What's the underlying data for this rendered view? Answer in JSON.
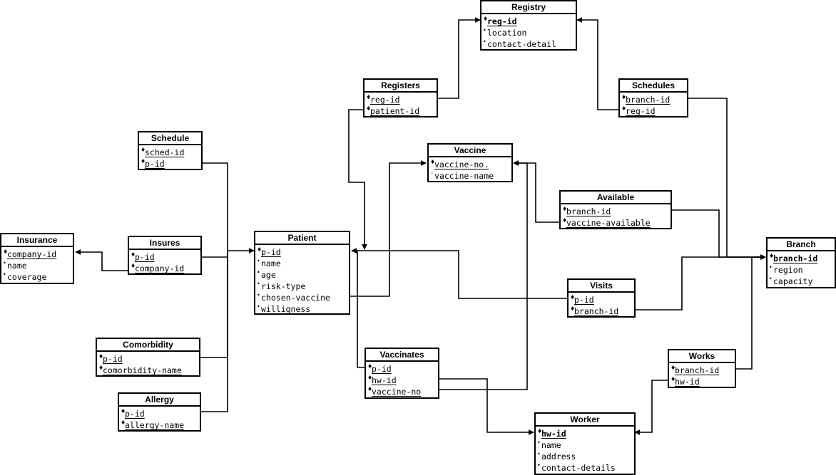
{
  "entities": {
    "registry": {
      "title": "Registry",
      "attrs": [
        {
          "name": "reg-id",
          "key": "pk",
          "mark": "♦"
        },
        {
          "name": "location",
          "mark": "•"
        },
        {
          "name": "contact-detail",
          "mark": "•"
        }
      ]
    },
    "registers": {
      "title": "Registers",
      "attrs": [
        {
          "name": "reg-id",
          "key": "fk",
          "mark": "♦"
        },
        {
          "name": "patient-id",
          "key": "fk",
          "mark": "♦"
        }
      ]
    },
    "schedules": {
      "title": "Schedules",
      "attrs": [
        {
          "name": "branch-id",
          "key": "fk",
          "mark": "♦"
        },
        {
          "name": "reg-id",
          "key": "fk",
          "mark": "♦"
        }
      ]
    },
    "schedule": {
      "title": "Schedule",
      "attrs": [
        {
          "name": "sched-id",
          "key": "fk",
          "mark": "♦"
        },
        {
          "name": "p-id",
          "key": "fk",
          "mark": "♦"
        }
      ]
    },
    "vaccine": {
      "title": "Vaccine",
      "attrs": [
        {
          "name": "vaccine-no.",
          "key": "fk",
          "mark": "♦"
        },
        {
          "name": "vaccine-name",
          "mark": "◦"
        }
      ]
    },
    "available": {
      "title": "Available",
      "attrs": [
        {
          "name": "branch-id",
          "key": "fk",
          "mark": "♦"
        },
        {
          "name": "vaccine-available",
          "key": "fk",
          "mark": "♦"
        }
      ]
    },
    "insurance": {
      "title": "Insurance",
      "attrs": [
        {
          "name": "company-id",
          "key": "fk",
          "mark": "♦"
        },
        {
          "name": "name",
          "mark": "•"
        },
        {
          "name": "coverage",
          "mark": "•"
        }
      ]
    },
    "insures": {
      "title": "Insures",
      "attrs": [
        {
          "name": "p-id",
          "key": "fk",
          "mark": "♦"
        },
        {
          "name": "company-id",
          "key": "fk",
          "mark": "♦"
        }
      ]
    },
    "patient": {
      "title": "Patient",
      "attrs": [
        {
          "name": "p-id",
          "key": "fk",
          "mark": "♦"
        },
        {
          "name": "name",
          "mark": "•"
        },
        {
          "name": "age",
          "mark": "•"
        },
        {
          "name": "risk-type",
          "mark": "•"
        },
        {
          "name": "chosen-vaccine",
          "mark": "•"
        },
        {
          "name": "willigness",
          "mark": "•"
        }
      ]
    },
    "branch": {
      "title": "Branch",
      "attrs": [
        {
          "name": "branch-id",
          "key": "pk",
          "mark": "♦"
        },
        {
          "name": "region",
          "mark": "•"
        },
        {
          "name": "capacity",
          "mark": "•"
        }
      ]
    },
    "visits": {
      "title": "Visits",
      "attrs": [
        {
          "name": "p-id",
          "key": "fk",
          "mark": "♦"
        },
        {
          "name": "branch-id",
          "key": "fk",
          "mark": "♦"
        }
      ]
    },
    "comorbidity": {
      "title": "Comorbidity",
      "attrs": [
        {
          "name": "p-id",
          "key": "fk",
          "mark": "♦"
        },
        {
          "name": "comorbidity-name",
          "key": "fk",
          "mark": "♦"
        }
      ]
    },
    "vaccinates": {
      "title": "Vaccinates",
      "attrs": [
        {
          "name": "p-id",
          "key": "fk",
          "mark": "♦"
        },
        {
          "name": "hw-id",
          "key": "fk",
          "mark": "♦"
        },
        {
          "name": "vaccine-no",
          "key": "fk",
          "mark": "♦"
        }
      ]
    },
    "works": {
      "title": "Works",
      "attrs": [
        {
          "name": "branch-id",
          "key": "fk",
          "mark": "♦"
        },
        {
          "name": "hw-id",
          "key": "fk",
          "mark": "♦"
        }
      ]
    },
    "allergy": {
      "title": "Allergy",
      "attrs": [
        {
          "name": "p-id",
          "key": "fk",
          "mark": "♦"
        },
        {
          "name": "allergy-name",
          "key": "fk",
          "mark": "♦"
        }
      ]
    },
    "worker": {
      "title": "Worker",
      "attrs": [
        {
          "name": "hw-id",
          "key": "pk",
          "mark": "♦"
        },
        {
          "name": "name",
          "mark": "•"
        },
        {
          "name": "address",
          "mark": "•"
        },
        {
          "name": "contact-details",
          "mark": "•"
        }
      ]
    }
  }
}
